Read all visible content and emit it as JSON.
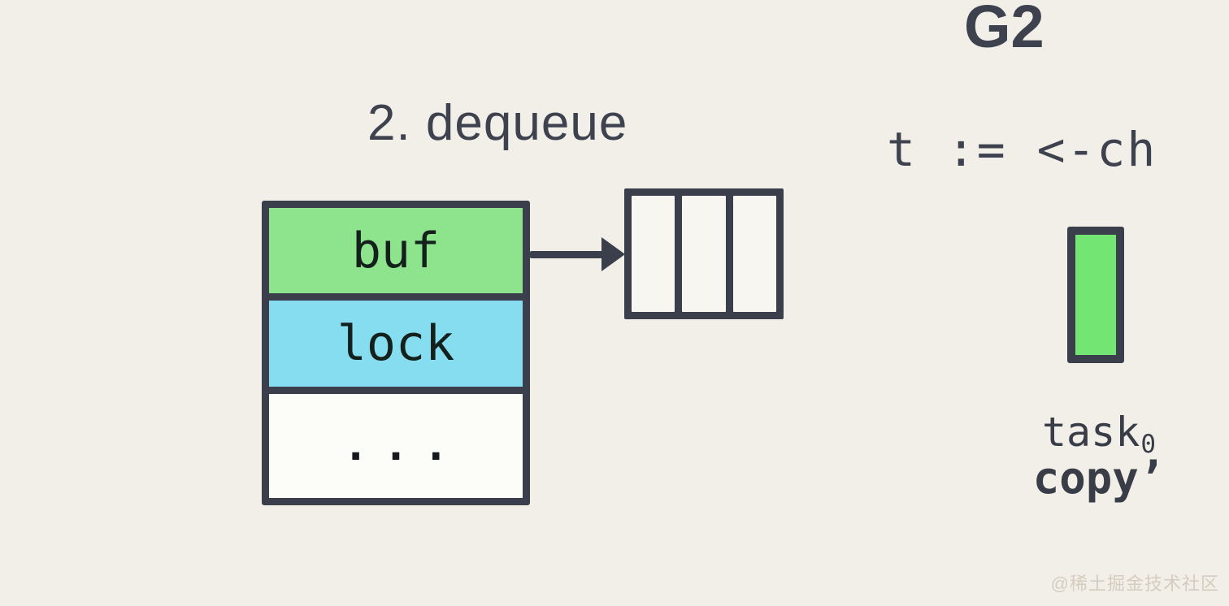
{
  "step_title": "2. dequeue",
  "channel_struct": {
    "fields": [
      {
        "label": "buf",
        "color": "#8ee48c"
      },
      {
        "label": "lock",
        "color": "#85ddef"
      },
      {
        "label": "...",
        "color": "#fcfcf9"
      }
    ]
  },
  "ring_buffer": {
    "slot_count": 3,
    "slot_color": "#f8f6f1"
  },
  "goroutine": {
    "name": "G2",
    "code": "t := <-ch"
  },
  "task": {
    "name": "task",
    "subscript": "0",
    "note": "copy’",
    "color": "#72e573"
  },
  "watermark": "@稀土掘金技术社区",
  "colors": {
    "background": "#f2efe8",
    "ink": "#3a3f4b",
    "buf_green": "#8ee48c",
    "lock_blue": "#85ddef",
    "task_green": "#72e573"
  }
}
